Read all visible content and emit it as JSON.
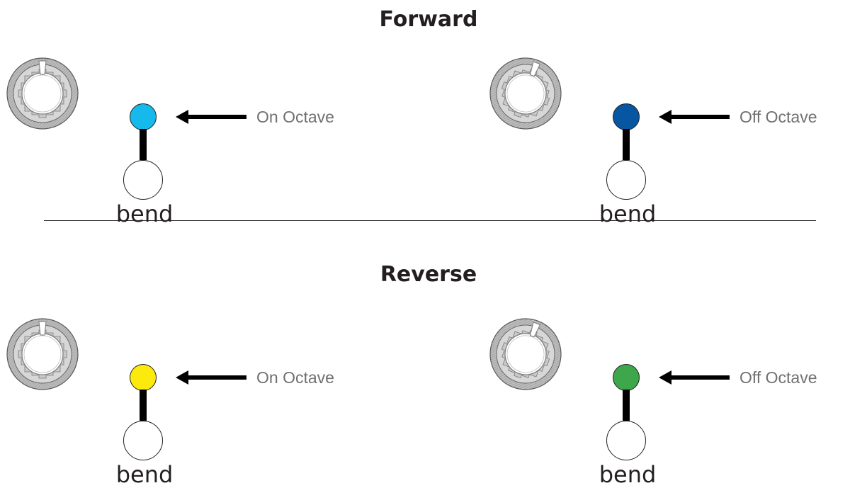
{
  "sections": {
    "forward": {
      "title": "Forward",
      "left": {
        "led_color": "#16b9ec",
        "switch_label": "bend",
        "arrow_label": "On Octave",
        "knob": "knob-up-icon"
      },
      "right": {
        "led_color": "#0656a2",
        "switch_label": "bend",
        "arrow_label": "Off Octave",
        "knob": "knob-turned-icon"
      }
    },
    "reverse": {
      "title": "Reverse",
      "left": {
        "led_color": "#fcea0c",
        "switch_label": "bend",
        "arrow_label": "On Octave",
        "knob": "knob-up-icon"
      },
      "right": {
        "led_color": "#3fa74b",
        "switch_label": "bend",
        "arrow_label": "Off Octave",
        "knob": "knob-turned-icon"
      }
    }
  }
}
